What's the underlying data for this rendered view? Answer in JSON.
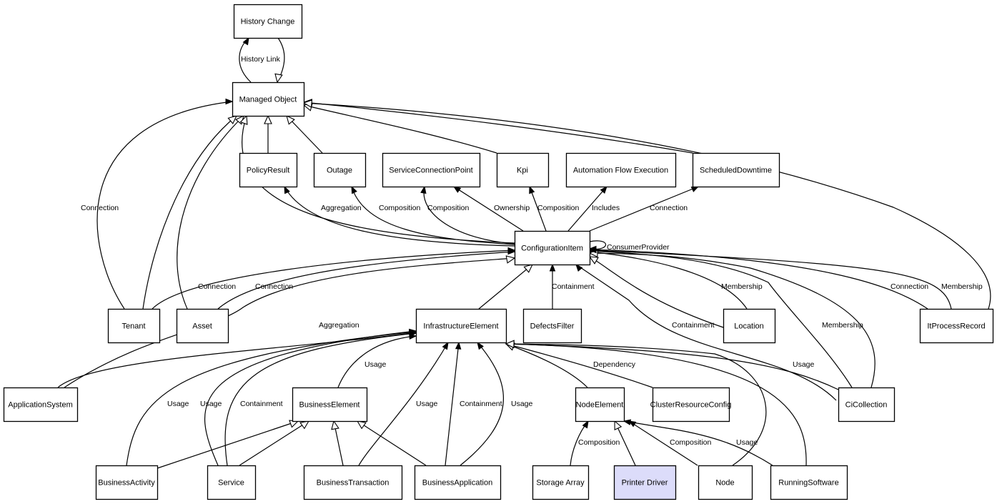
{
  "diagram": {
    "type": "class-relationship-graph",
    "highlight_color": "#dcdcfa",
    "nodes": [
      {
        "id": "history_change",
        "label": "History Change"
      },
      {
        "id": "managed_object",
        "label": "Managed Object"
      },
      {
        "id": "policy_result",
        "label": "PolicyResult"
      },
      {
        "id": "outage",
        "label": "Outage"
      },
      {
        "id": "service_connection_point",
        "label": "ServiceConnectionPoint"
      },
      {
        "id": "kpi",
        "label": "Kpi"
      },
      {
        "id": "automation_flow_execution",
        "label": "Automation Flow Execution"
      },
      {
        "id": "scheduled_downtime",
        "label": "ScheduledDowntime"
      },
      {
        "id": "configuration_item",
        "label": "ConfigurationItem"
      },
      {
        "id": "tenant",
        "label": "Tenant"
      },
      {
        "id": "asset",
        "label": "Asset"
      },
      {
        "id": "infrastructure_element",
        "label": "InfrastructureElement"
      },
      {
        "id": "defects_filter",
        "label": "DefectsFilter"
      },
      {
        "id": "location",
        "label": "Location"
      },
      {
        "id": "it_process_record",
        "label": "ItProcessRecord"
      },
      {
        "id": "application_system",
        "label": "ApplicationSystem"
      },
      {
        "id": "business_element",
        "label": "BusinessElement"
      },
      {
        "id": "node_element",
        "label": "NodeElement"
      },
      {
        "id": "cluster_resource_config",
        "label": "ClusterResourceConfig"
      },
      {
        "id": "ci_collection",
        "label": "CiCollection"
      },
      {
        "id": "business_activity",
        "label": "BusinessActivity"
      },
      {
        "id": "service",
        "label": "Service"
      },
      {
        "id": "business_transaction",
        "label": "BusinessTransaction"
      },
      {
        "id": "business_application",
        "label": "BusinessApplication"
      },
      {
        "id": "storage_array",
        "label": "Storage Array"
      },
      {
        "id": "printer_driver",
        "label": "Printer Driver",
        "selected": true
      },
      {
        "id": "node",
        "label": "Node"
      },
      {
        "id": "running_software",
        "label": "RunningSoftware"
      }
    ],
    "edges": [
      {
        "id": "e1",
        "from": "managed_object",
        "to": "history_change",
        "label": "History Link",
        "kind": "association"
      },
      {
        "id": "e2",
        "from": "history_change",
        "to": "managed_object",
        "label": "",
        "kind": "inheritance"
      },
      {
        "id": "e3",
        "from": "tenant",
        "to": "managed_object",
        "label": "Connection",
        "kind": "association"
      },
      {
        "id": "e4",
        "from": "tenant",
        "to": "managed_object",
        "label": "",
        "kind": "inheritance"
      },
      {
        "id": "e5",
        "from": "asset",
        "to": "managed_object",
        "label": "",
        "kind": "inheritance"
      },
      {
        "id": "e6",
        "from": "configuration_item",
        "to": "managed_object",
        "label": "",
        "kind": "inheritance"
      },
      {
        "id": "e7",
        "from": "policy_result",
        "to": "managed_object",
        "label": "",
        "kind": "inheritance"
      },
      {
        "id": "e8",
        "from": "outage",
        "to": "managed_object",
        "label": "",
        "kind": "inheritance"
      },
      {
        "id": "e9",
        "from": "kpi",
        "to": "managed_object",
        "label": "",
        "kind": "inheritance"
      },
      {
        "id": "e10",
        "from": "scheduled_downtime",
        "to": "managed_object",
        "label": "",
        "kind": "inheritance"
      },
      {
        "id": "e11",
        "from": "it_process_record",
        "to": "managed_object",
        "label": "",
        "kind": "inheritance"
      },
      {
        "id": "e12",
        "from": "configuration_item",
        "to": "policy_result",
        "label": "Aggregation",
        "kind": "association"
      },
      {
        "id": "e13",
        "from": "configuration_item",
        "to": "outage",
        "label": "Composition",
        "kind": "association"
      },
      {
        "id": "e14",
        "from": "configuration_item",
        "to": "service_connection_point",
        "label": "Composition",
        "kind": "association"
      },
      {
        "id": "e15",
        "from": "configuration_item",
        "to": "service_connection_point",
        "label": "Ownership",
        "kind": "association"
      },
      {
        "id": "e16",
        "from": "configuration_item",
        "to": "kpi",
        "label": "Composition",
        "kind": "association"
      },
      {
        "id": "e17",
        "from": "configuration_item",
        "to": "automation_flow_execution",
        "label": "Includes",
        "kind": "association"
      },
      {
        "id": "e18",
        "from": "configuration_item",
        "to": "scheduled_downtime",
        "label": "Connection",
        "kind": "association"
      },
      {
        "id": "e19",
        "from": "configuration_item",
        "to": "configuration_item",
        "label": "ConsumerProvider",
        "kind": "association"
      },
      {
        "id": "e20",
        "from": "tenant",
        "to": "configuration_item",
        "label": "Connection",
        "kind": "association"
      },
      {
        "id": "e21",
        "from": "asset",
        "to": "configuration_item",
        "label": "Connection",
        "kind": "association"
      },
      {
        "id": "e22",
        "from": "application_system",
        "to": "configuration_item",
        "label": "",
        "kind": "inheritance"
      },
      {
        "id": "e23",
        "from": "application_system",
        "to": "infrastructure_element",
        "label": "Aggregation",
        "kind": "association"
      },
      {
        "id": "e24",
        "from": "infrastructure_element",
        "to": "configuration_item",
        "label": "",
        "kind": "inheritance"
      },
      {
        "id": "e25",
        "from": "defects_filter",
        "to": "configuration_item",
        "label": "Containment",
        "kind": "association"
      },
      {
        "id": "e26",
        "from": "location",
        "to": "configuration_item",
        "label": "",
        "kind": "inheritance"
      },
      {
        "id": "e27",
        "from": "location",
        "to": "configuration_item",
        "label": "Membership",
        "kind": "association"
      },
      {
        "id": "e28",
        "from": "ci_collection",
        "to": "configuration_item",
        "label": "Containment",
        "kind": "association"
      },
      {
        "id": "e29",
        "from": "ci_collection",
        "to": "configuration_item",
        "label": "Membership",
        "kind": "association"
      },
      {
        "id": "e30",
        "from": "ci_collection",
        "to": "configuration_item",
        "label": "",
        "kind": "inheritance"
      },
      {
        "id": "e31",
        "from": "it_process_record",
        "to": "configuration_item",
        "label": "Connection",
        "kind": "association"
      },
      {
        "id": "e32",
        "from": "it_process_record",
        "to": "configuration_item",
        "label": "Membership",
        "kind": "association"
      },
      {
        "id": "e33",
        "from": "business_element",
        "to": "infrastructure_element",
        "label": "Usage",
        "kind": "association"
      },
      {
        "id": "e34",
        "from": "business_activity",
        "to": "infrastructure_element",
        "label": "Usage",
        "kind": "association"
      },
      {
        "id": "e35",
        "from": "service",
        "to": "infrastructure_element",
        "label": "Usage",
        "kind": "association"
      },
      {
        "id": "e36",
        "from": "service",
        "to": "infrastructure_element",
        "label": "Containment",
        "kind": "association"
      },
      {
        "id": "e37",
        "from": "business_transaction",
        "to": "infrastructure_element",
        "label": "Usage",
        "kind": "association"
      },
      {
        "id": "e38",
        "from": "business_application",
        "to": "infrastructure_element",
        "label": "Containment",
        "kind": "association"
      },
      {
        "id": "e39",
        "from": "business_application",
        "to": "infrastructure_element",
        "label": "Usage",
        "kind": "association"
      },
      {
        "id": "e40",
        "from": "node_element",
        "to": "infrastructure_element",
        "label": "",
        "kind": "inheritance"
      },
      {
        "id": "e41",
        "from": "cluster_resource_config",
        "to": "infrastructure_element",
        "label": "Dependency",
        "kind": "inheritance"
      },
      {
        "id": "e42",
        "from": "ci_collection",
        "to": "infrastructure_element",
        "label": "Usage",
        "kind": "association"
      },
      {
        "id": "e43",
        "from": "node",
        "to": "infrastructure_element",
        "label": "",
        "kind": "inheritance"
      },
      {
        "id": "e44",
        "from": "running_software",
        "to": "infrastructure_element",
        "label": "",
        "kind": "inheritance"
      },
      {
        "id": "e45",
        "from": "business_activity",
        "to": "business_element",
        "label": "",
        "kind": "inheritance"
      },
      {
        "id": "e46",
        "from": "service",
        "to": "business_element",
        "label": "",
        "kind": "inheritance"
      },
      {
        "id": "e47",
        "from": "business_transaction",
        "to": "business_element",
        "label": "",
        "kind": "inheritance"
      },
      {
        "id": "e48",
        "from": "business_application",
        "to": "business_element",
        "label": "",
        "kind": "inheritance"
      },
      {
        "id": "e49",
        "from": "storage_array",
        "to": "node_element",
        "label": "Composition",
        "kind": "association"
      },
      {
        "id": "e50",
        "from": "printer_driver",
        "to": "node_element",
        "label": "",
        "kind": "inheritance"
      },
      {
        "id": "e51",
        "from": "node",
        "to": "node_element",
        "label": "Composition",
        "kind": "association"
      },
      {
        "id": "e52",
        "from": "running_software",
        "to": "node_element",
        "label": "Usage",
        "kind": "association"
      }
    ]
  }
}
